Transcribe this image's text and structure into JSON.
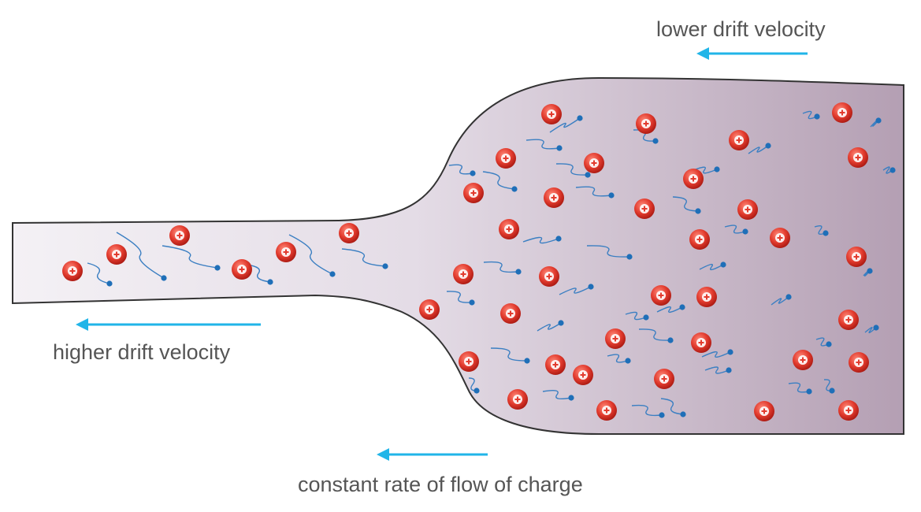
{
  "labels": {
    "lower_drift_velocity": "lower drift velocity",
    "higher_drift_velocity": "higher drift velocity",
    "constant_flow": "constant rate of flow of charge"
  },
  "colors": {
    "conductor_light": "#f2eef3",
    "conductor_dark": "#b49fb3",
    "outline": "#333333",
    "arrow": "#21b5e8",
    "ion": "#e23b2e",
    "ion_highlight": "#ffffff",
    "electron": "#1f6fb8",
    "electron_path": "#3b7fc2",
    "label": "#555555"
  },
  "icons": {
    "positive_ion": "positive-ion-icon",
    "electron": "electron-icon",
    "direction_arrow": "arrow-left-icon"
  }
}
